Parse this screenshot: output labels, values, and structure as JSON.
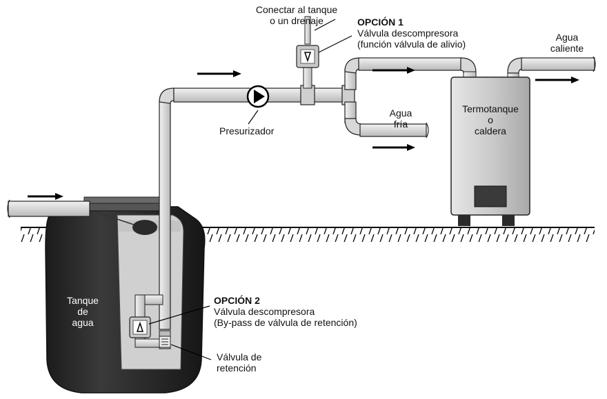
{
  "labels": {
    "connect_tank": [
      "Conectar al tanque",
      "o un drenaje"
    ],
    "option1": {
      "title": "OPCIÓN 1",
      "lines": [
        "Válvula descompresora",
        "(función válvula de alivio)"
      ]
    },
    "hot_water": [
      "Agua",
      "caliente"
    ],
    "pressurizer": "Presurizador",
    "cold_water": [
      "Agua",
      "fría"
    ],
    "heater": [
      "Termotanque",
      "o",
      "caldera"
    ],
    "water_tank": [
      "Tanque",
      "de",
      "agua"
    ],
    "option2": {
      "title": "OPCIÓN 2",
      "lines": [
        "Válvula descompresora",
        "(By-pass de válvula de retención)"
      ]
    },
    "check_valve": [
      "Válvula de",
      "retención"
    ]
  },
  "icons": [
    "flow-arrow-icon",
    "pump-icon",
    "relief-valve-icon",
    "check-valve-icon"
  ],
  "colors": {
    "pipe_fill": "#dcdcdc",
    "pipe_stroke": "#222222",
    "tank_body": "#2b2b2b",
    "tank_interior": "#d2d2d2",
    "heater_body": "#c9c9c9",
    "ground_line": "#000000",
    "text": "#111111"
  }
}
